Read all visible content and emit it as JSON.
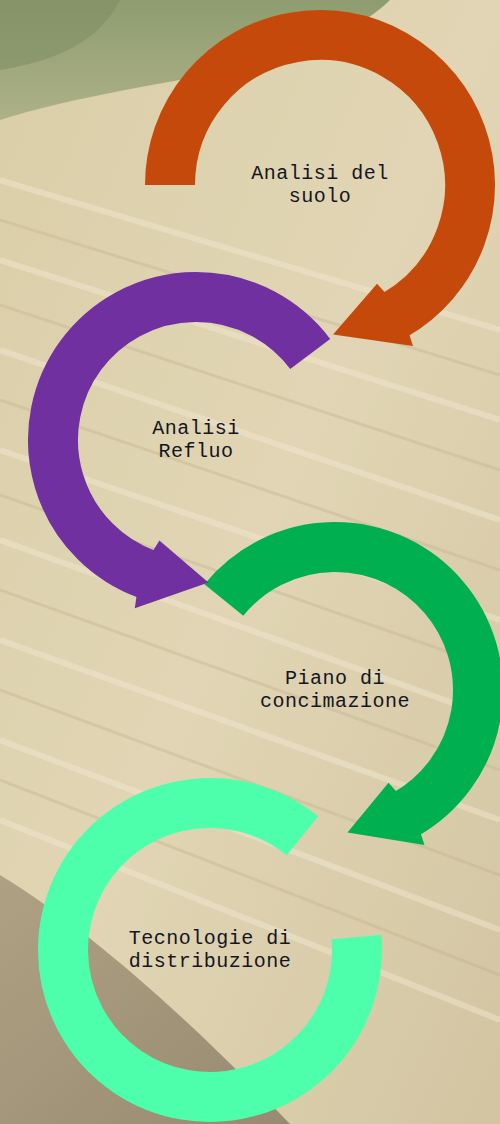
{
  "diagram": {
    "nodes": [
      {
        "text": [
          "Analisi del suolo"
        ]
      },
      {
        "text": [
          "Analisi Refluo"
        ]
      },
      {
        "text": [
          "Piano di concimazione"
        ]
      },
      {
        "text": [
          "Tecnologie di distribuzione"
        ]
      }
    ],
    "edges": [
      {
        "from": 0,
        "to": 1,
        "arrow": "to"
      },
      {
        "from": 1,
        "to": 2,
        "arrow": "to"
      },
      {
        "from": 2,
        "to": 3,
        "arrow": "to"
      }
    ]
  }
}
